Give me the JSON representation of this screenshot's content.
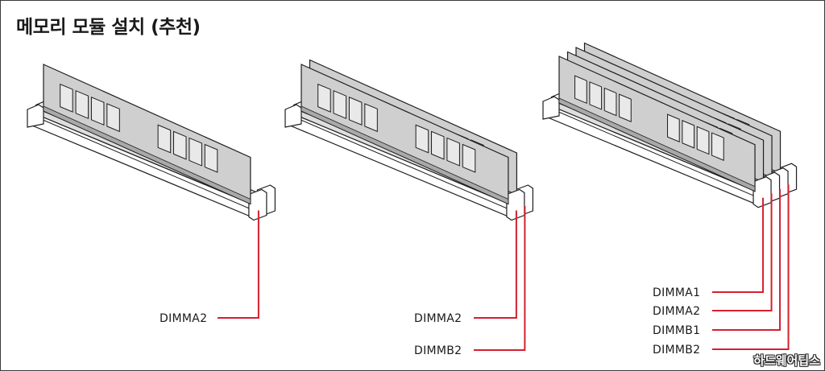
{
  "title": "메모리 모듈 설치 (추천)",
  "colors": {
    "callout": "#d4202f",
    "outline": "#1e1e1e",
    "module": "#cfcfcf",
    "module_edge": "#a9a9a9",
    "chip": "#e9e9e9",
    "slot_face": "#ffffff",
    "slot_shade": "#dedede"
  },
  "configurations": [
    {
      "labels": [
        "DIMMA2"
      ]
    },
    {
      "labels": [
        "DIMMA2",
        "DIMMB2"
      ]
    },
    {
      "labels": [
        "DIMMA1",
        "DIMMA2",
        "DIMMB1",
        "DIMMB2"
      ]
    }
  ],
  "watermark": "하드웨어팁스"
}
